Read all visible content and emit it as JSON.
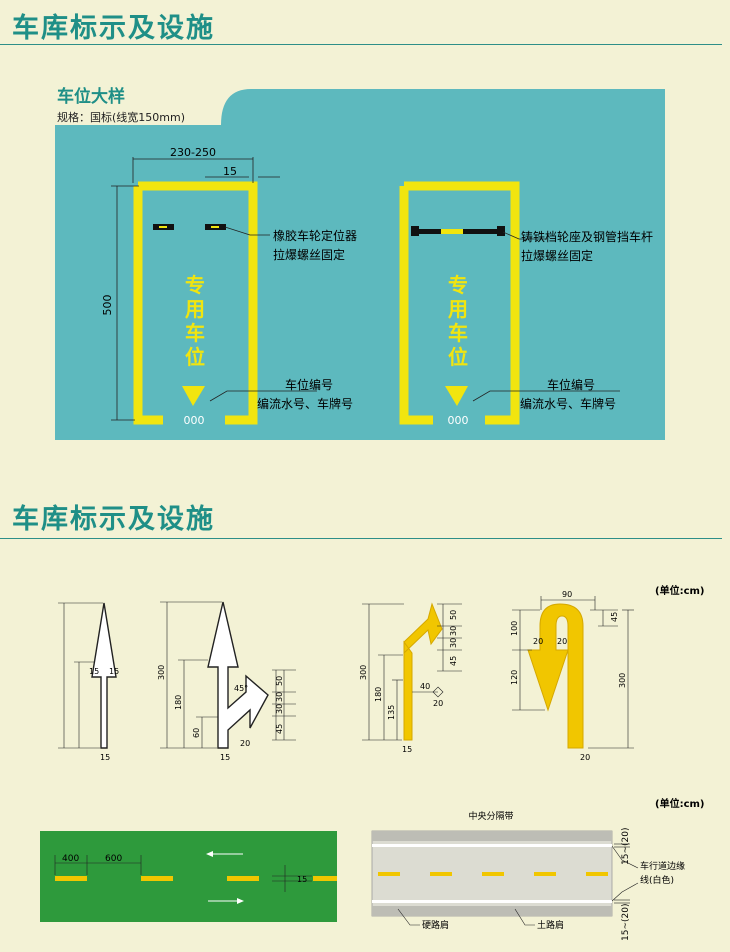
{
  "section1": {
    "title": "车库标示及设施"
  },
  "panel": {
    "heading": "车位大样",
    "spec": "规格：国标(线宽150mm)",
    "dim_width": "230-250",
    "dim_line": "15",
    "dim_length": "500",
    "left_stall": {
      "device_label_1": "橡胶车轮定位器",
      "device_label_2": "拉爆螺丝固定",
      "reserved_chars": [
        "专",
        "用",
        "车",
        "位"
      ],
      "number_label_1": "车位编号",
      "number_label_2": "编流水号、车牌号",
      "number": "000"
    },
    "right_stall": {
      "device_label_1": "铸铁档轮座及钢管挡车杆",
      "device_label_2": "拉爆螺丝固定",
      "reserved_chars": [
        "专",
        "用",
        "车",
        "位"
      ],
      "number_label_1": "车位编号",
      "number_label_2": "编流水号、车牌号",
      "number": "000"
    },
    "colors": {
      "teal": "#5db9be",
      "yellow": "#f1e50f"
    }
  },
  "section2": {
    "title": "车库标示及设施"
  },
  "arrows": {
    "unit": "(单位:cm)",
    "straight": {
      "dims": [
        "15",
        "15",
        "15"
      ]
    },
    "straight_turn": {
      "dims": [
        "300",
        "180",
        "60",
        "50",
        "30",
        "30",
        "45",
        "45°",
        "20",
        "15"
      ]
    },
    "turn": {
      "dims": [
        "300",
        "180",
        "135",
        "50",
        "30",
        "30",
        "45",
        "40",
        "20",
        "15"
      ]
    },
    "uturn": {
      "dims": [
        "90",
        "100",
        "45",
        "20",
        "20",
        "120",
        "300",
        "20"
      ]
    }
  },
  "lanes": {
    "unit": "(单位:cm)",
    "green": {
      "dims": [
        "400",
        "600",
        "15"
      ],
      "color": "#2e9a3c"
    },
    "road": {
      "median_label": "中央分隔带",
      "edge_dim_top": "15~(20)",
      "edge_label_1": "车行道边缘",
      "edge_label_2": "线(白色)",
      "edge_dim_bottom": "15~(20)",
      "hard_shoulder": "硬路肩",
      "soil_shoulder": "土路肩"
    }
  }
}
